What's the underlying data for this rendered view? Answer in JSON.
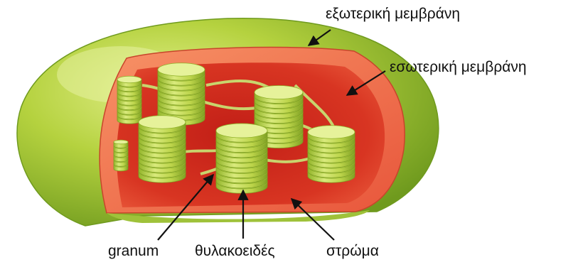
{
  "diagram": {
    "subject": "chloroplast cross-section",
    "labels": {
      "outer_membrane": "εξωτερική μεμβράνη",
      "inner_membrane": "εσωτερική μεμβράνη",
      "granum": "granum",
      "thylakoids": "θυλακοειδές",
      "stroma": "στρώμα"
    },
    "colors": {
      "outer_membrane": "#a9c93a",
      "outer_highlight": "#d7e87a",
      "inner_membrane": "#f0714a",
      "stroma": "#d8301e",
      "thylakoid": "#c6dc4a",
      "thylakoid_dark": "#8fb128",
      "arrow": "#111111"
    }
  }
}
